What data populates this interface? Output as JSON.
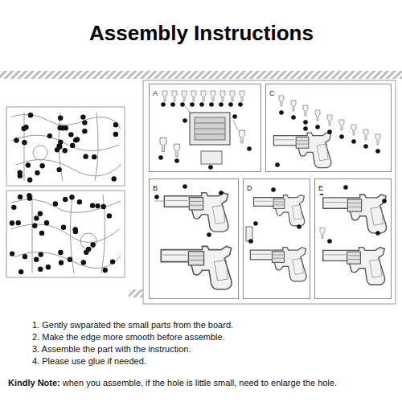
{
  "diagram": {
    "title": "Assembly Instructions",
    "nodes": [
      {
        "text": [
          "A"
        ]
      },
      {
        "text": [
          "C"
        ]
      },
      {
        "text": [
          "B"
        ]
      },
      {
        "text": [
          "D"
        ]
      },
      {
        "text": [
          "E"
        ]
      }
    ],
    "labels": [
      "1. Gently swparated the small parts from the board.",
      "2. Make the edge more smooth before assemble.",
      "3. Assemble the part with the instruction.",
      "4. Please use glue if needed.",
      "Kindly Note:",
      "when you assemble, if the hole is little small, need to enlarge the hole."
    ]
  }
}
